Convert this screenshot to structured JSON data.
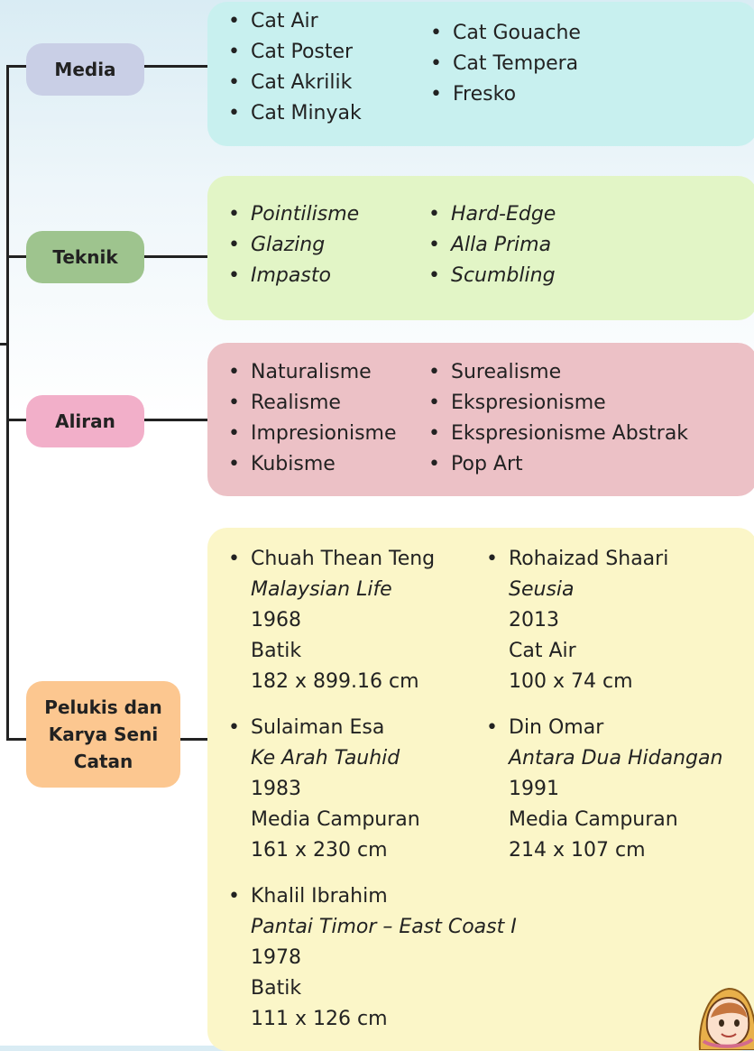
{
  "sections": [
    {
      "id": "media",
      "label": "Media",
      "box_color": "#c8f0ef",
      "label_color": "#c9cfe6",
      "columns": [
        [
          "Cat Air",
          "Cat Poster",
          "Cat Akrilik",
          "Cat Minyak"
        ],
        [
          "Cat Gouache",
          "Cat Tempera",
          "Fresko"
        ]
      ]
    },
    {
      "id": "teknik",
      "label": "Teknik",
      "box_color": "#e2f5c6",
      "label_color": "#9ec48e",
      "columns": [
        [
          "Pointilisme",
          "Glazing",
          "Impasto"
        ],
        [
          "Hard-Edge",
          "Alla Prima",
          "Scumbling"
        ]
      ]
    },
    {
      "id": "aliran",
      "label": "Aliran",
      "box_color": "#ecc1c6",
      "label_color": "#f2afc9",
      "columns": [
        [
          "Naturalisme",
          "Realisme",
          "Impresionisme",
          "Kubisme"
        ],
        [
          "Surealisme",
          "Ekspresionisme",
          "Ekspresionisme Abstrak",
          "Pop Art"
        ]
      ]
    },
    {
      "id": "pelukis",
      "label": "Pelukis dan Karya Seni Catan",
      "box_color": "#fbf6c8",
      "label_color": "#fcc790",
      "entries": [
        {
          "artist": "Chuah Thean Teng",
          "title": "Malaysian Life",
          "year": "1968",
          "medium": "Batik",
          "size": "182 x 899.16 cm"
        },
        {
          "artist": "Rohaizad Shaari",
          "title": "Seusia",
          "year": "2013",
          "medium": "Cat Air",
          "size": "100 x 74 cm"
        },
        {
          "artist": "Sulaiman Esa",
          "title": "Ke Arah Tauhid",
          "year": "1983",
          "medium": "Media Campuran",
          "size": "161 x 230 cm"
        },
        {
          "artist": "Din Omar",
          "title": "Antara Dua Hidangan",
          "year": "1991",
          "medium": "Media Campuran",
          "size": "214 x 107 cm"
        },
        {
          "artist": "Khalil Ibrahim",
          "title": "Pantai Timor – East Coast I",
          "year": "1978",
          "medium": "Batik",
          "size": "111 x 126 cm"
        }
      ]
    }
  ]
}
